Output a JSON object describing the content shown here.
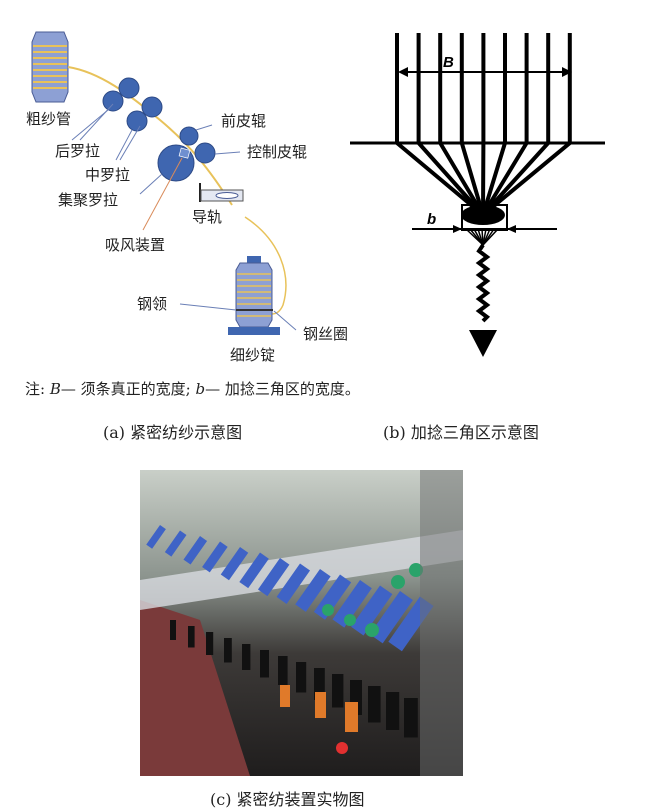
{
  "panel_a": {
    "labels": {
      "roving_bobbin": "粗纱管",
      "back_roller": "后罗拉",
      "middle_roller": "中罗拉",
      "condensing_roller": "集聚罗拉",
      "front_top_roller": "前皮辊",
      "control_top_roller": "控制皮辊",
      "guide_rail": "导轨",
      "suction_device": "吸风装置",
      "ring": "钢领",
      "traveller": "钢丝圈",
      "spindle": "细纱锭"
    },
    "colors": {
      "roller": "#3f66b0",
      "yarn": "#e8c25a",
      "bobbin": "#8da0d4"
    }
  },
  "panel_b": {
    "labels": {
      "B": "B",
      "b": "b"
    }
  },
  "note": {
    "prefix": "注:",
    "B_symbol": "B",
    "B_desc": "— 须条真正的宽度;",
    "b_symbol": "b",
    "b_desc": "— 加捻三角区的宽度。"
  },
  "captions": {
    "a": "(a) 紧密纺纱示意图",
    "b": "(b) 加捻三角区示意图",
    "c": "(c) 紧密纺装置实物图"
  }
}
